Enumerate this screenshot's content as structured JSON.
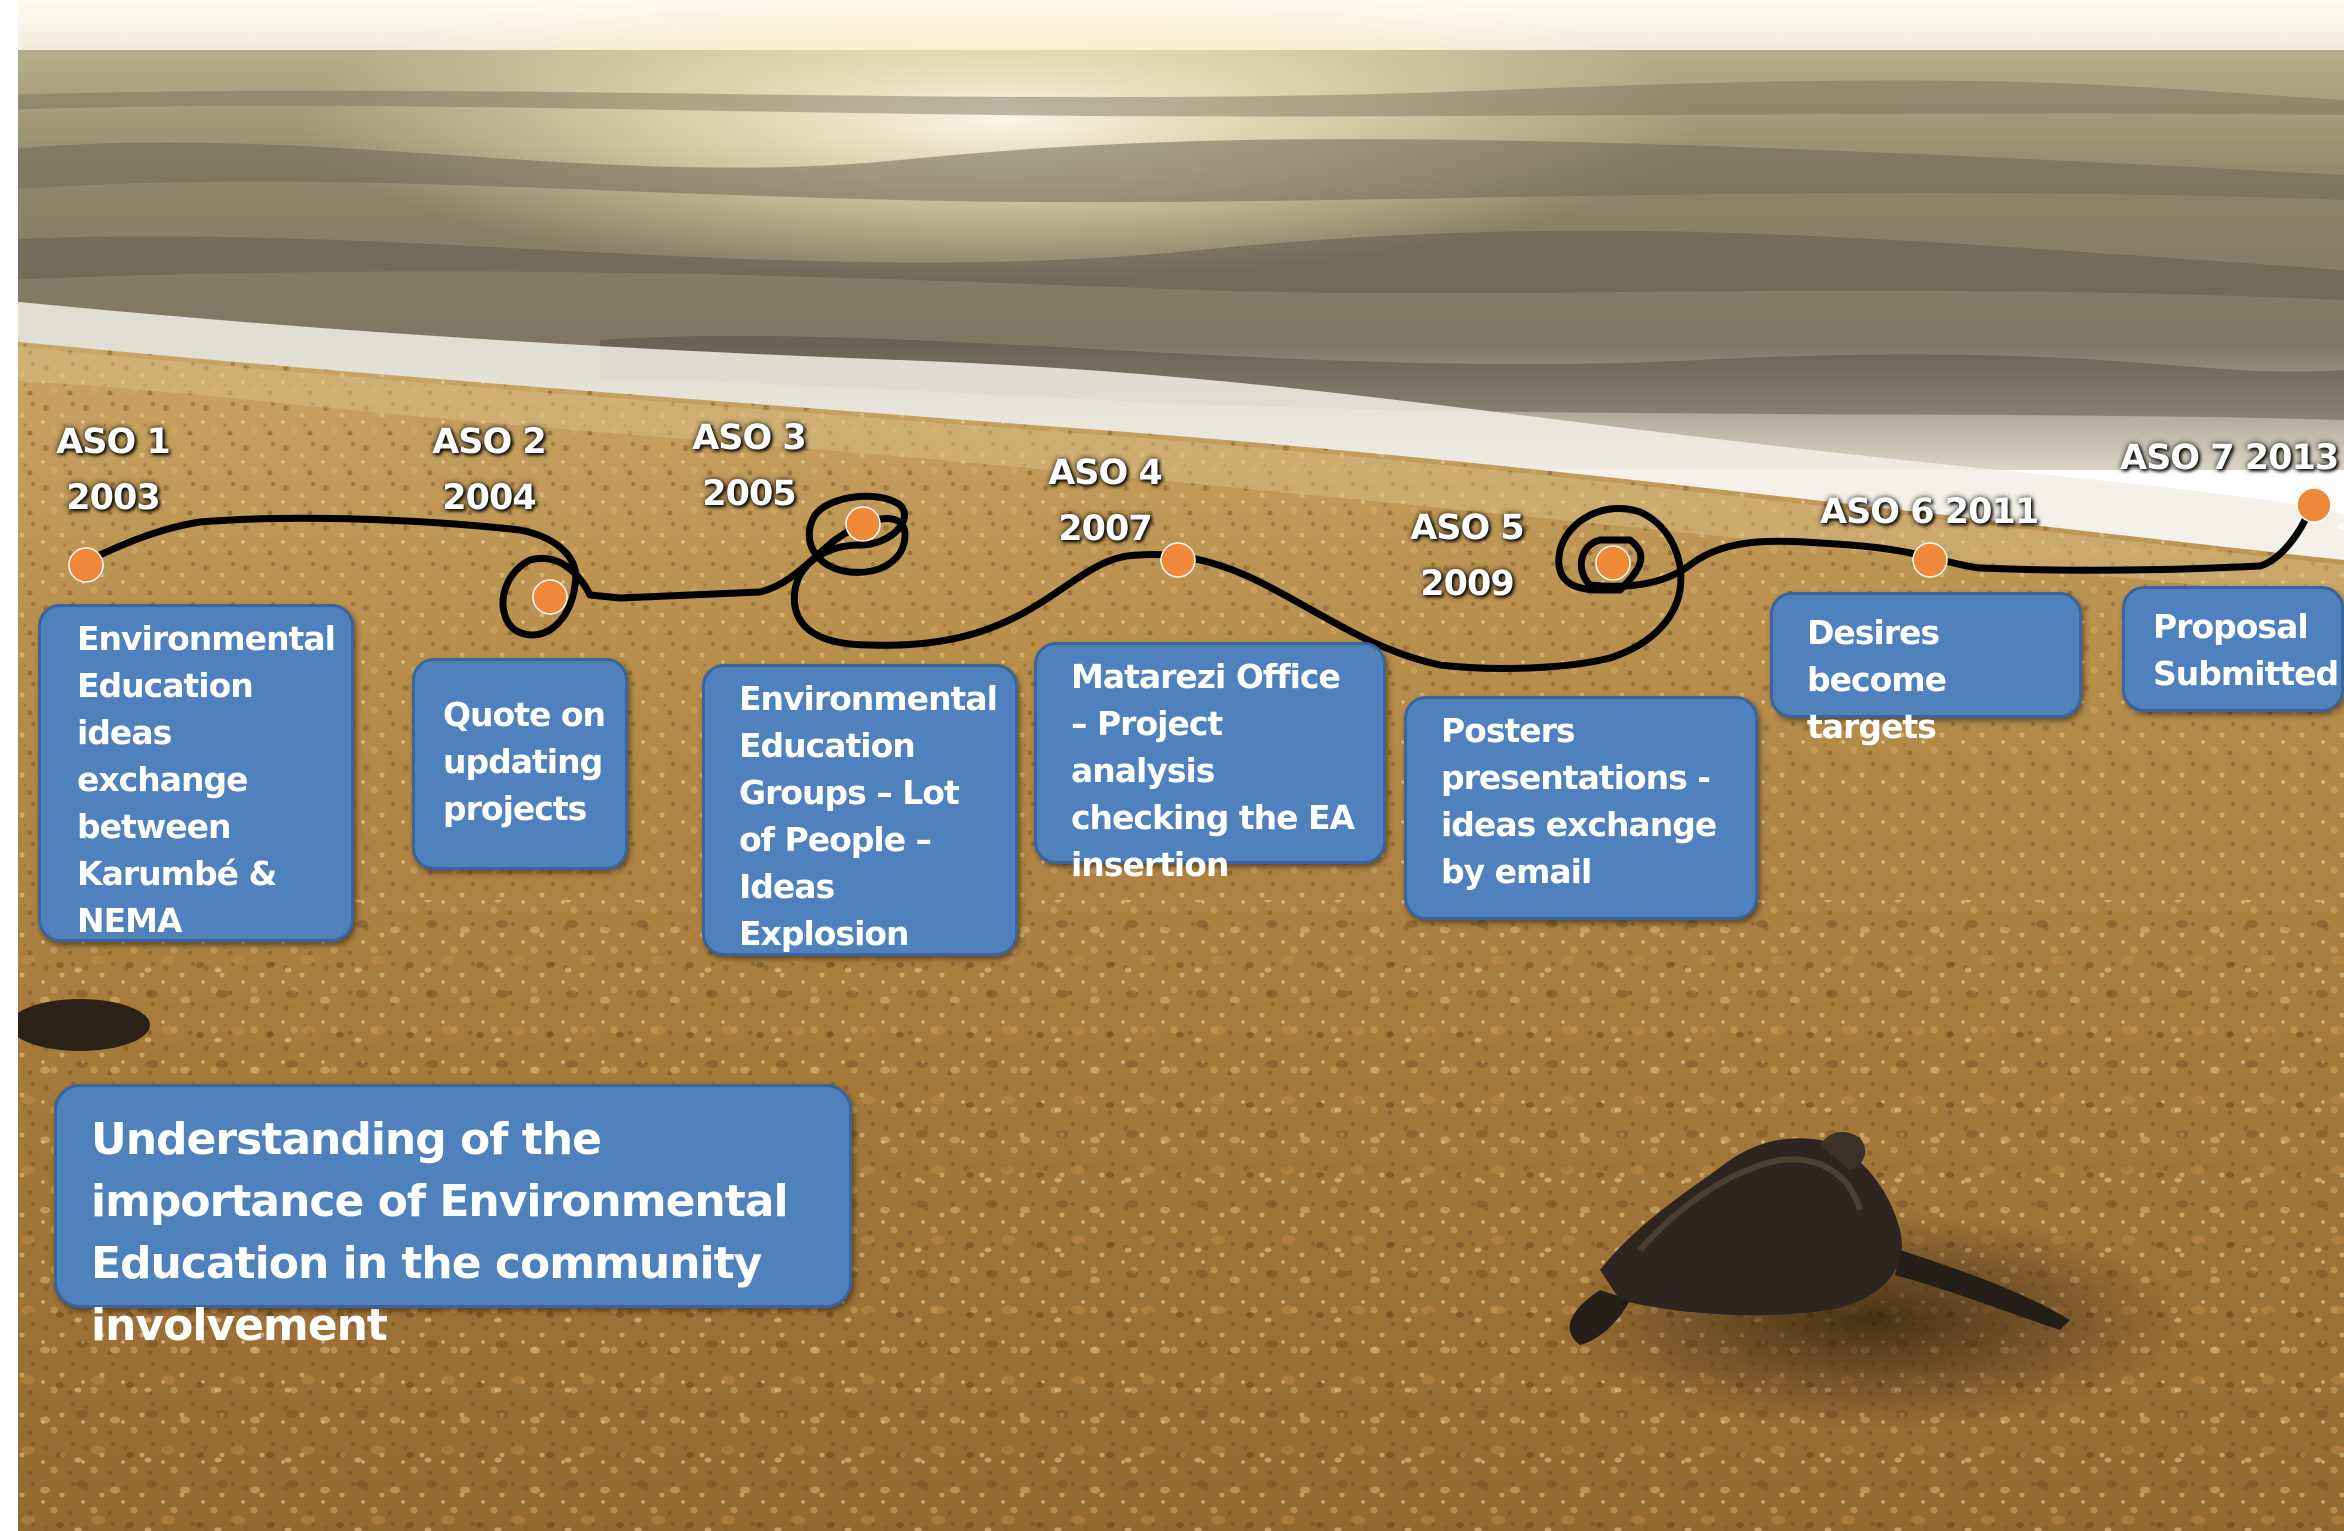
{
  "milestones": [
    {
      "name": "ASO 1",
      "year": "2003",
      "note": "Environmental Education ideas exchange between Karumbé & NEMA"
    },
    {
      "name": "ASO 2",
      "year": "2004",
      "note": "Quote on updating projects"
    },
    {
      "name": "ASO 3",
      "year": "2005",
      "note": "Environmental Education Groups – Lot of People – Ideas Explosion"
    },
    {
      "name": "ASO 4",
      "year": "2007",
      "note": "Matarezi Office – Project analysis checking the EA insertion"
    },
    {
      "name": "ASO 5",
      "year": "2009",
      "note": "Posters presentations - ideas exchange by email"
    },
    {
      "name": "ASO 6",
      "year": "2011",
      "note": "Desires become targets"
    },
    {
      "name": "ASO 7",
      "year": "2013",
      "note": "Proposal Submitted"
    }
  ],
  "summary": "Understanding of the importance of Environmental Education in the community involvement",
  "colors": {
    "box_fill": "#4f81bd",
    "box_border": "#3a649a",
    "dot": "#f0883a",
    "path_line": "#000000",
    "sand": "#b58a45",
    "sea": "#8a8268"
  },
  "background": {
    "scene": "sandy-beach-with-waves",
    "subject": "sea-turtle-hatchling"
  }
}
